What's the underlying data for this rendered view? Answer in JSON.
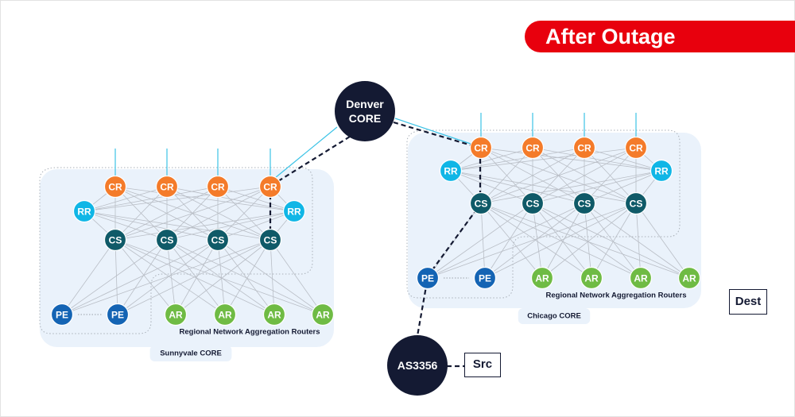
{
  "banner": "After Outage",
  "colors": {
    "cr": "#f47b2a",
    "rr": "#10b6e6",
    "cs": "#0f5a68",
    "pe": "#1464b4",
    "ar": "#6fbb44",
    "core": "#141a33",
    "region": "#eaf2fb",
    "accent": "#e8000d",
    "uplink": "#3cc3e6"
  },
  "hubs": {
    "denver": [
      "Denver",
      "CORE"
    ],
    "as": "AS3356"
  },
  "tags": {
    "src": "Src",
    "dest": "Dest"
  },
  "regions": [
    {
      "name": "Sunnyvale CORE",
      "aggregation_label": "Regional Network Aggregation Routers",
      "cr": [
        "CR",
        "CR",
        "CR",
        "CR"
      ],
      "rr": [
        "RR",
        "RR"
      ],
      "cs": [
        "CS",
        "CS",
        "CS",
        "CS"
      ],
      "pe": [
        "PE",
        "PE"
      ],
      "ar": [
        "AR",
        "AR",
        "AR",
        "AR"
      ]
    },
    {
      "name": "Chicago CORE",
      "aggregation_label": "Regional Network Aggregation Routers",
      "cr": [
        "CR",
        "CR",
        "CR",
        "CR"
      ],
      "rr": [
        "RR",
        "RR"
      ],
      "cs": [
        "CS",
        "CS",
        "CS",
        "CS"
      ],
      "pe": [
        "PE",
        "PE"
      ],
      "ar": [
        "AR",
        "AR",
        "AR",
        "AR"
      ]
    }
  ]
}
